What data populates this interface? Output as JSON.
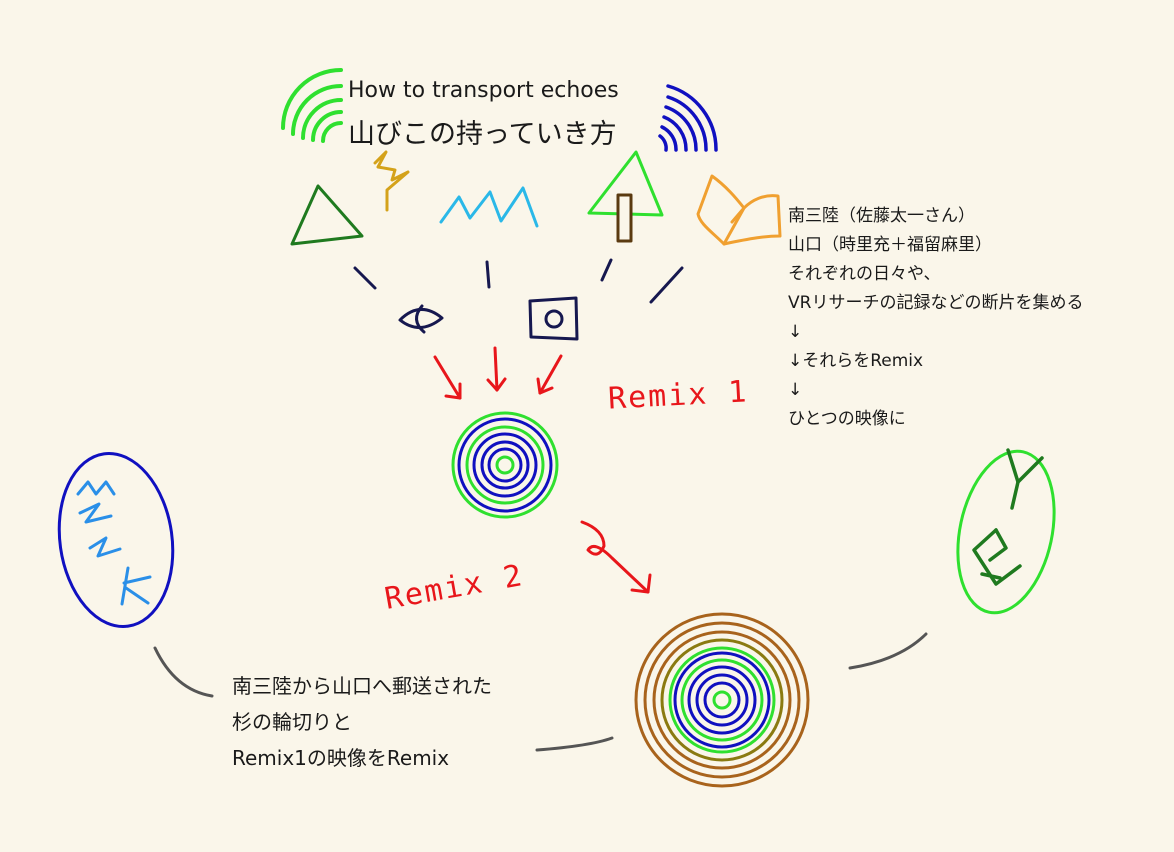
{
  "title": {
    "en": "How to transport echoes",
    "ja": "山びこの持っていき方"
  },
  "notes": [
    "南三陸（佐藤太一さん）",
    "山口（時里充＋福留麻里）",
    "それぞれの日々や、",
    "VRリサーチの記録などの断片を集める",
    "↓",
    "↓それらをRemix",
    "↓",
    "ひとつの映像に"
  ],
  "labels": {
    "remix1": "Remix 1",
    "remix2": "Remix 2"
  },
  "bottom_notes": [
    "南三陸から山口へ郵送された",
    "杉の輪切りと",
    "Remix1の映像をRemix"
  ],
  "colors": {
    "background": "#faf6ea",
    "green": "#2fe02f",
    "dark_green": "#1f7a1f",
    "blue": "#1010c0",
    "light_blue": "#2a8fe8",
    "cyan": "#2ab8e8",
    "orange": "#f0a030",
    "gold": "#d4a21a",
    "navy": "#16184f",
    "red": "#e8161b",
    "brown": "#a8631c",
    "olive": "#8a7a10",
    "grey": "#555555"
  },
  "icons": [
    "green-echo-arcs-icon",
    "blue-echo-arcs-icon",
    "lightning-icon",
    "triangle-mountain-icon",
    "zigzag-waves-icon",
    "tree-icon",
    "open-book-icon",
    "eye-icon",
    "camera-icon",
    "small-rings-icon",
    "tree-rings-icon",
    "blue-oval-icon",
    "green-oval-icon"
  ]
}
